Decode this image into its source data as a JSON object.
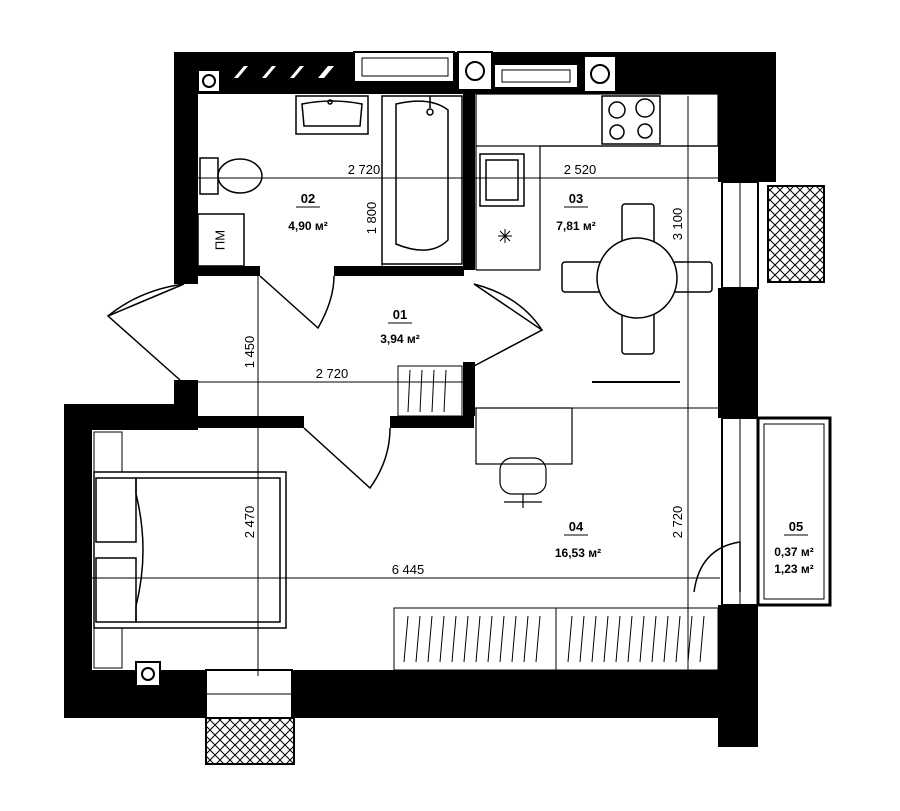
{
  "rooms": [
    {
      "id": "02",
      "area": "4,90 м²"
    },
    {
      "id": "03",
      "area": "7,81 м²"
    },
    {
      "id": "01",
      "area": "3,94 м²"
    },
    {
      "id": "04",
      "area": "16,53 м²"
    },
    {
      "id": "05",
      "area": "0,37 м²",
      "area2": "1,23 м²"
    }
  ],
  "dimensions": {
    "bath_width": "2 720",
    "kitchen_width": "2 520",
    "bath_depth": "1 800",
    "kitchen_depth": "3 100",
    "hall_depth": "1 450",
    "hall_width": "2 720",
    "bedroom_depth": "2 470",
    "bedroom_width": "6 445",
    "bedroom_depth_right": "2 720"
  },
  "labels": {
    "electrical_panel": "ПМ"
  },
  "colors": {
    "wall": "#000000",
    "background": "#ffffff"
  }
}
